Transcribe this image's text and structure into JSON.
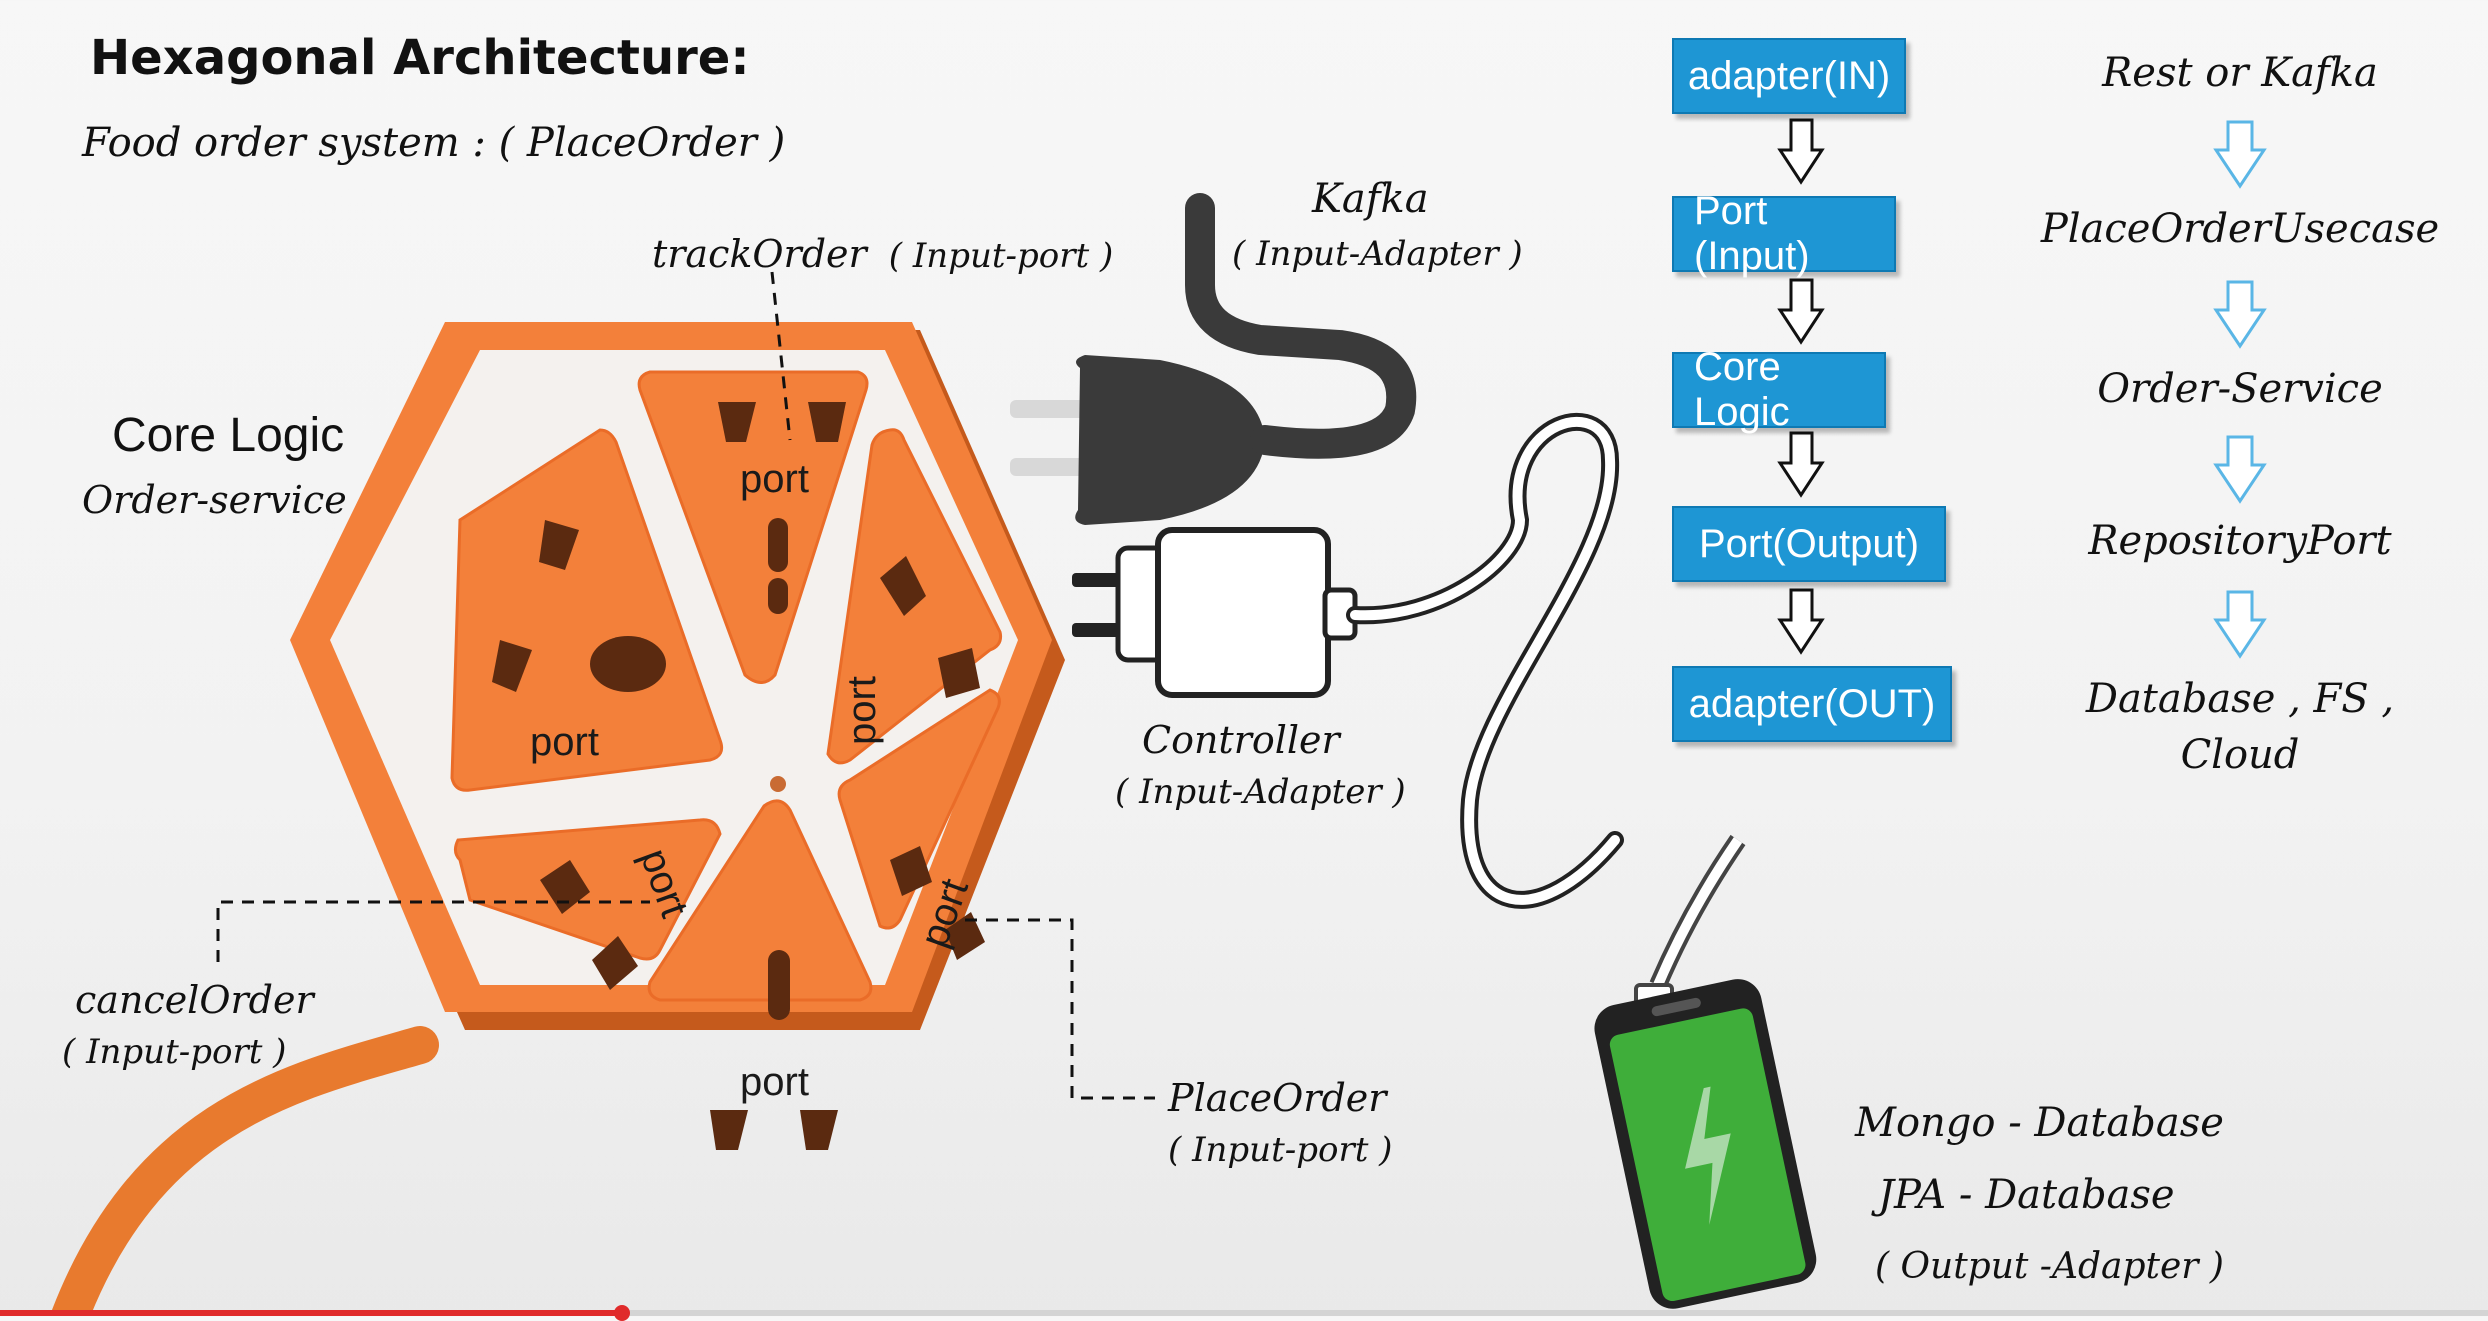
{
  "header": {
    "title": "Hexagonal Architecture:",
    "subtitle": "Food order system : ( PlaceOrder )"
  },
  "core": {
    "title": "Core Logic",
    "service": "Order-service"
  },
  "hub": {
    "port_label": "port"
  },
  "annotations": {
    "track": {
      "name": "trackOrder",
      "role": "( Input-port )"
    },
    "kafka": {
      "name": "Kafka",
      "role": "( Input-Adapter )"
    },
    "controller": {
      "name": "Controller",
      "role": "( Input-Adapter )"
    },
    "cancel": {
      "name": "cancelOrder",
      "role": "( Input-port )"
    },
    "place": {
      "name": "PlaceOrder",
      "role": "( Input-port )"
    }
  },
  "flow": {
    "boxes": [
      "adapter(IN)",
      "Port (Input)",
      "Core Logic",
      "Port(Output)",
      "adapter(OUT)"
    ],
    "examples": [
      "Rest or Kafka",
      "PlaceOrderUsecase",
      "Order-Service",
      "RepositoryPort",
      "Database , FS ,",
      "Cloud"
    ]
  },
  "output": {
    "lines": [
      "Mongo - Database",
      "JPA - Database",
      "( Output -Adapter )"
    ]
  },
  "colors": {
    "accent_blue": "#1e96d4",
    "orange": "#f3803a",
    "phone_green": "#3fae3a",
    "progress_red": "#e02b2b"
  },
  "video_progress": 0.25
}
